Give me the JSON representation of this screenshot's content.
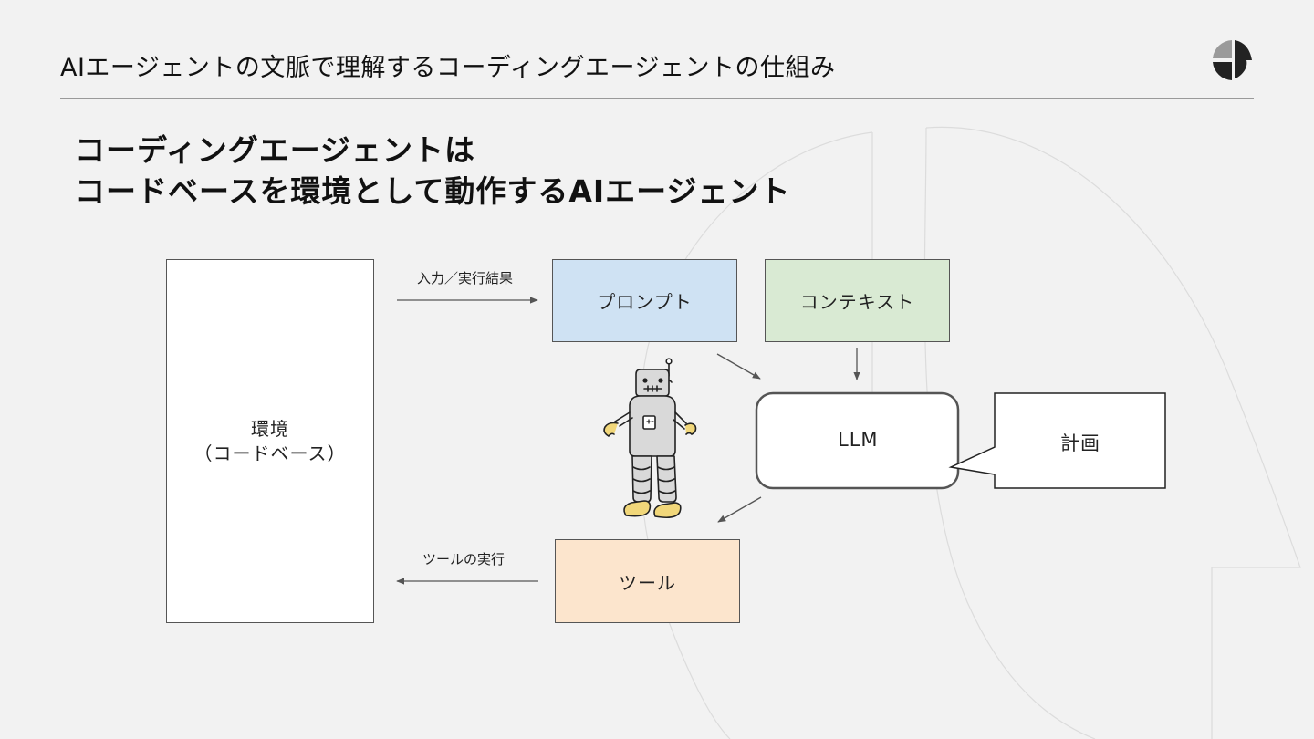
{
  "header": {
    "title": "AIエージェントの文脈で理解するコーディングエージェントの仕組み"
  },
  "logo": {
    "icon": "brand-logo-icon"
  },
  "headline": {
    "line1": "コーディングエージェントは",
    "line2": "コードベースを環境として動作するAIエージェント"
  },
  "diagram": {
    "environment": {
      "line1": "環境",
      "line2": "（コードベース）"
    },
    "prompt": "プロンプト",
    "context": "コンテキスト",
    "llm": "LLM",
    "plan": "計画",
    "tool": "ツール",
    "input_edge_label": "入力／実行結果",
    "tool_edge_label": "ツールの実行",
    "robot_icon": "robot-icon"
  },
  "colors": {
    "background": "#f2f2f2",
    "prompt_fill": "#cfe2f3",
    "context_fill": "#d9ead3",
    "tool_fill": "#fce5cd",
    "robot_accent": "#f1d77a"
  }
}
